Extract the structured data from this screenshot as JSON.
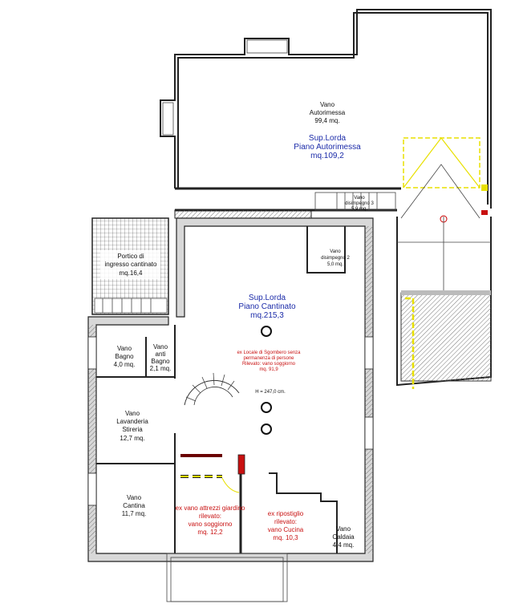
{
  "garage": {
    "room": "Vano",
    "name": "Autorimessa",
    "area": "99,4 mq.",
    "sup_title": "Sup.Lorda",
    "sup_name": "Piano Autorimessa",
    "sup_area": "mq.109,2"
  },
  "disimpegno3": {
    "room": "Vano",
    "name": "disimpegno 3",
    "area": "5,9 mq."
  },
  "portico": {
    "line1": "Portico di",
    "line2": "ingresso cantinato",
    "area": "mq.16,4"
  },
  "disimpegno2": {
    "room": "Vano",
    "name": "disimpegno 2",
    "area": "5,0 mq."
  },
  "cantinato": {
    "sup_title": "Sup.Lorda",
    "sup_name": "Piano Cantinato",
    "sup_area": "mq.215,3"
  },
  "sgombero": {
    "line1": "ex Locale di Sgombero senza",
    "line2": "permanenza di persone",
    "line3": "Rilevato: vano soggiorno",
    "area": "mq. 91,9"
  },
  "height": "H = 247,0 cm.",
  "bagno": {
    "room": "Vano",
    "name": "Bagno",
    "area": "4,0 mq."
  },
  "antibagno": {
    "room": "Vano",
    "name1": "anti",
    "name2": "Bagno",
    "area": "2,1 mq."
  },
  "lavanderia": {
    "room": "Vano",
    "name1": "Lavanderia",
    "name2": "Stireria",
    "area": "12,7 mq."
  },
  "cantina": {
    "room": "Vano",
    "name": "Cantina",
    "area": "11,7 mq."
  },
  "attrezzi": {
    "line1": "ex vano attrezzi giardino",
    "line2": "rilevato:",
    "line3": "vano soggiorno",
    "area": "mq. 12,2"
  },
  "ripostiglio": {
    "line1": "ex ripostiglio",
    "line2": "rilevato:",
    "line3": "vano Cucina",
    "area": "mq. 10,3"
  },
  "caldaia": {
    "room": "Vano",
    "name": "Caldaia",
    "area": "4,4 mq."
  },
  "colors": {
    "blue": "#1a2aa8",
    "red": "#c81010",
    "yellow": "#e8e000"
  }
}
